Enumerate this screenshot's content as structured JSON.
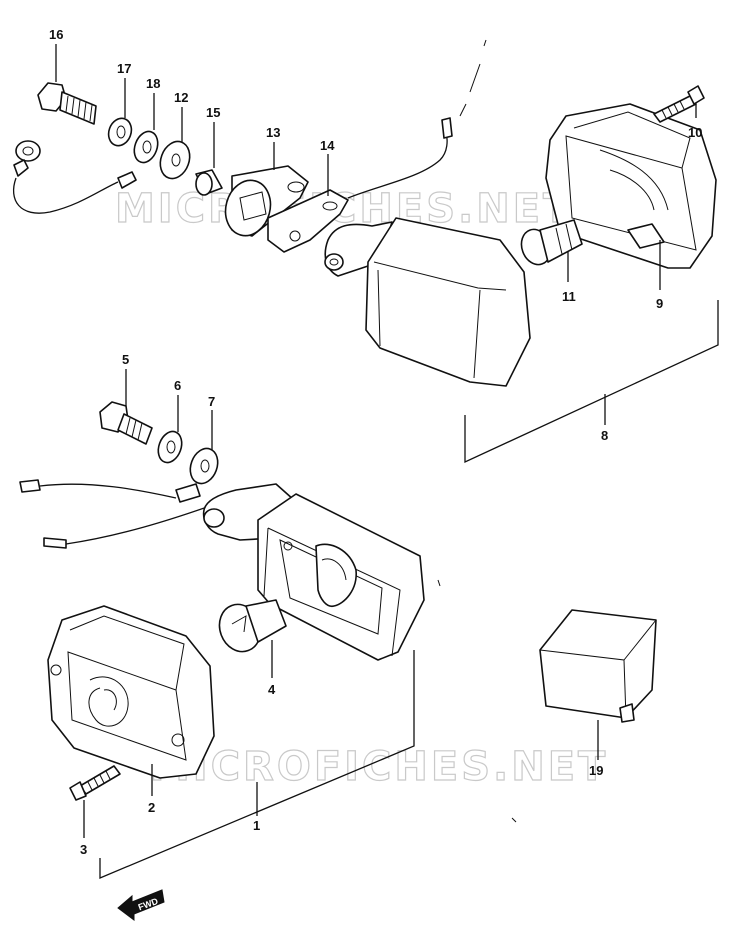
{
  "watermarks": [
    "MICROFICHES.NET",
    "MICROFICHES.NET"
  ],
  "fwd_label": "FWD",
  "parts": [
    {
      "id": "p1",
      "label": "1"
    },
    {
      "id": "p2",
      "label": "2"
    },
    {
      "id": "p3",
      "label": "3"
    },
    {
      "id": "p4",
      "label": "4"
    },
    {
      "id": "p5",
      "label": "5"
    },
    {
      "id": "p6",
      "label": "6"
    },
    {
      "id": "p7",
      "label": "7"
    },
    {
      "id": "p8",
      "label": "8"
    },
    {
      "id": "p9",
      "label": "9"
    },
    {
      "id": "p10",
      "label": "10"
    },
    {
      "id": "p11",
      "label": "11"
    },
    {
      "id": "p12",
      "label": "12"
    },
    {
      "id": "p13",
      "label": "13"
    },
    {
      "id": "p14",
      "label": "14"
    },
    {
      "id": "p15",
      "label": "15"
    },
    {
      "id": "p16",
      "label": "16"
    },
    {
      "id": "p17",
      "label": "17"
    },
    {
      "id": "p18",
      "label": "18"
    },
    {
      "id": "p19",
      "label": "19"
    }
  ]
}
